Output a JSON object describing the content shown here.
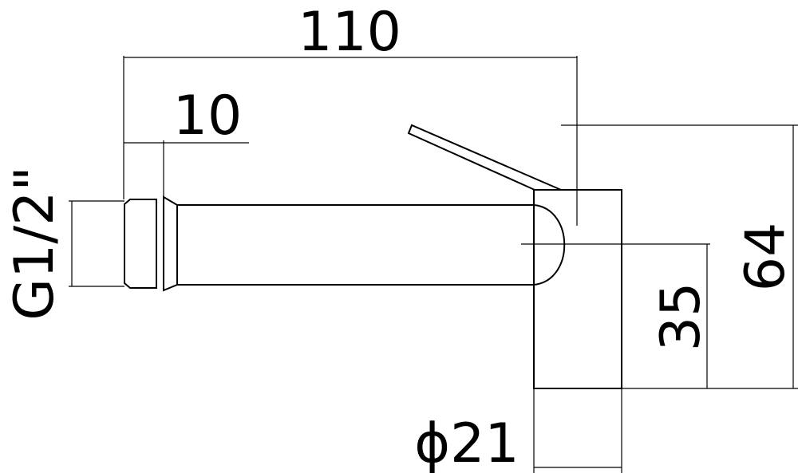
{
  "dimensions": {
    "overall_length": "110",
    "thread_length": "10",
    "thread_spec": "G1/2\"",
    "height_total": "64",
    "height_axis": "35",
    "diameter": "ϕ21"
  },
  "colors": {
    "line": "#000000",
    "background": "#ffffff"
  }
}
